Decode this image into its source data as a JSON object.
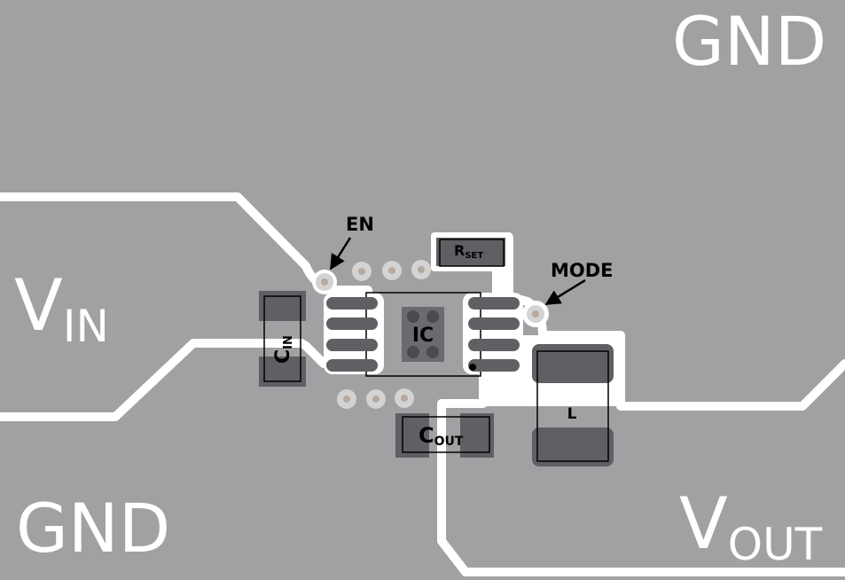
{
  "colors": {
    "copper": "#a0a1a3",
    "clearance": "#ffffff",
    "pad": "#5f6063",
    "silkscreen": "#000000",
    "via_ring": "#d3d3d3",
    "via_hole": "#b5a9a0"
  },
  "nets": {
    "gnd_top": "GND",
    "gnd_bottom": "GND",
    "vin_main": "V",
    "vin_sub": "IN",
    "vout_main": "V",
    "vout_sub": "OUT"
  },
  "components": {
    "ic": "IC",
    "cin_main": "C",
    "cin_sub": "IN",
    "cout_main": "C",
    "cout_sub": "OUT",
    "rset_main": "R",
    "rset_sub": "SET",
    "inductor": "L"
  },
  "callouts": {
    "en": "EN",
    "mode": "MODE"
  }
}
